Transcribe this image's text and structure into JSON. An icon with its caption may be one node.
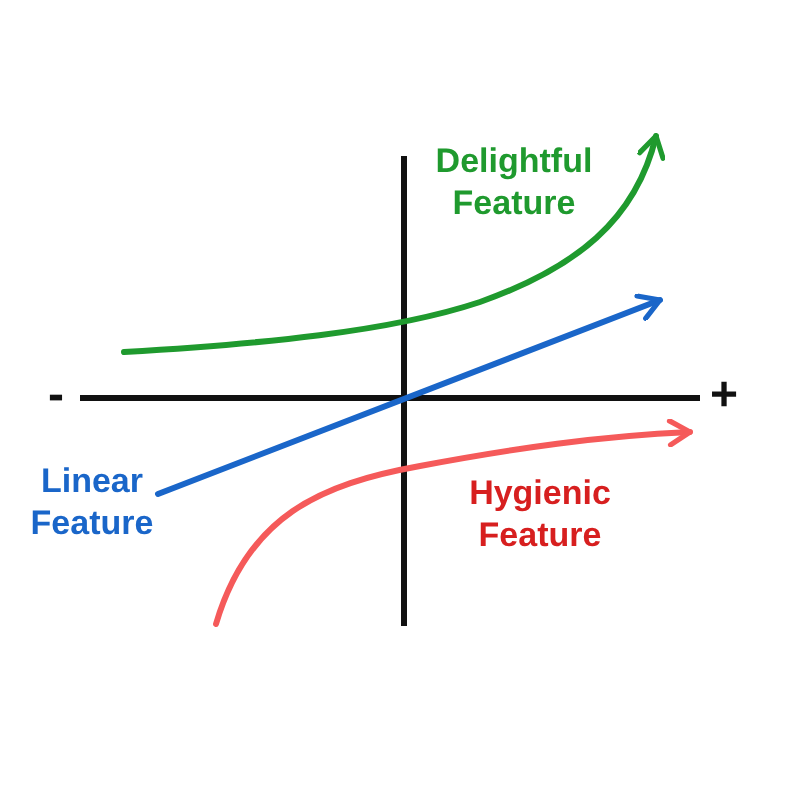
{
  "diagram": {
    "labels": [
      "Delightful Feature",
      "-",
      "+",
      "Linear Feature",
      "Hygienic Feature"
    ]
  }
}
